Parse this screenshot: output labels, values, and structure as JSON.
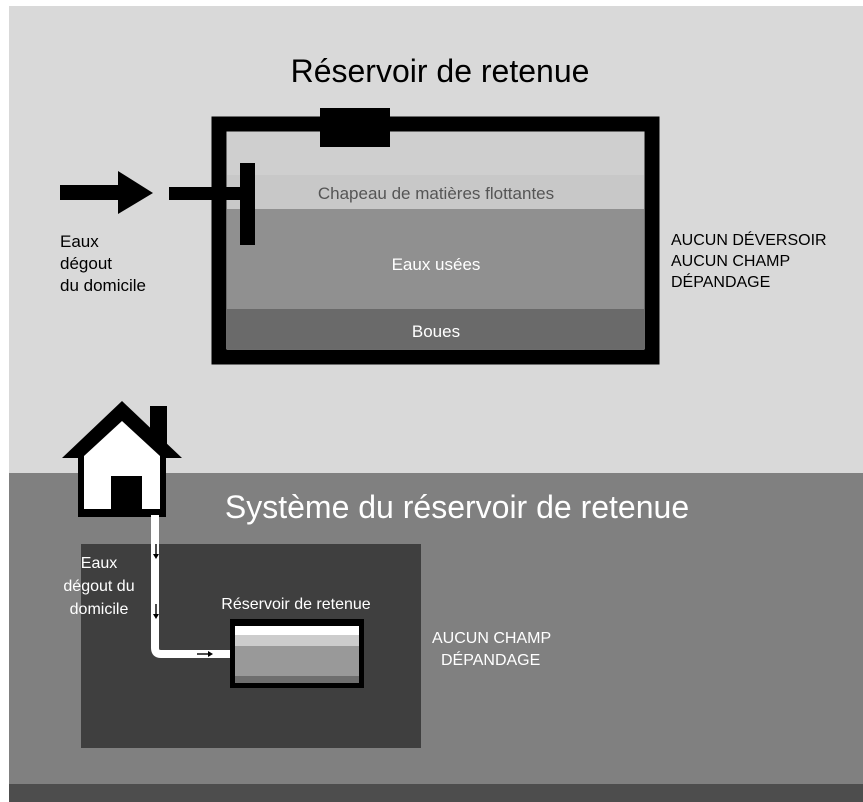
{
  "top_panel": {
    "title": "Réservoir de retenue",
    "layers": {
      "scum": "Chapeau de matières flottantes",
      "wastewater": "Eaux usées",
      "sludge": "Boues"
    },
    "inlet_label": [
      "Eaux",
      "dégout",
      "du domicile"
    ],
    "note": [
      "AUCUN DÉVERSOIR",
      "AUCUN CHAMP",
      "DÉPANDAGE"
    ]
  },
  "bottom_panel": {
    "title": "Système du réservoir de retenue",
    "tank_label": "Réservoir de retenue",
    "inlet_label": [
      "Eaux",
      "dégout du",
      "domicile"
    ],
    "note": [
      "AUCUN CHAMP",
      "DÉPANDAGE"
    ]
  },
  "colors": {
    "top_background": "#d9d9d9",
    "bottom_background": "#808080",
    "yard": "#3f3f3f",
    "footer": "#4d4d4d",
    "scum_layer": "#c8c8c8",
    "wastewater_layer": "#909090",
    "sludge_layer": "#6a6a6a",
    "outline": "#000000"
  }
}
